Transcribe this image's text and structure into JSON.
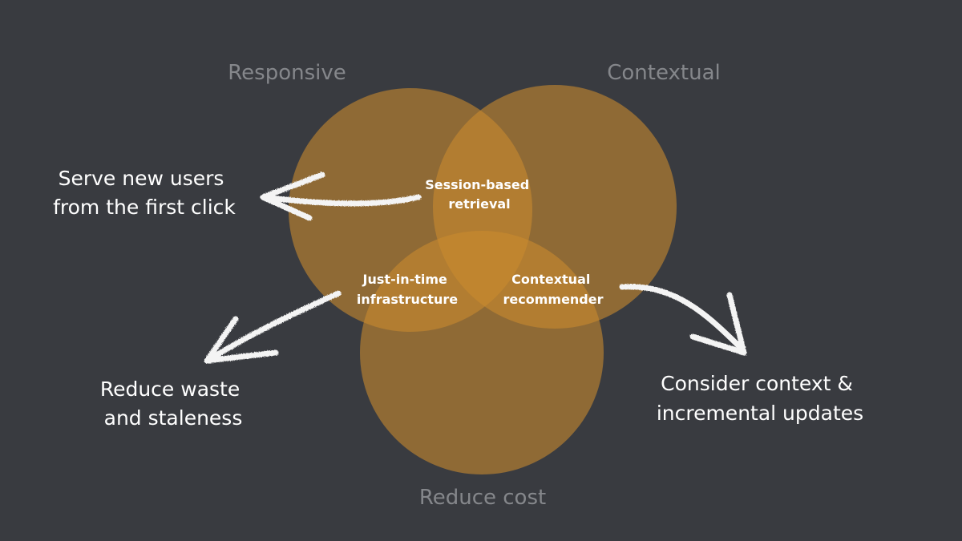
{
  "colors": {
    "background": "#393b40",
    "circle_fill": "#c98a2e",
    "circle_label": "#85878b",
    "text": "#ffffff",
    "arrow": "#f4f4f4"
  },
  "circles": {
    "responsive": "Responsive",
    "contextual": "Contextual",
    "reduce_cost": "Reduce cost"
  },
  "overlaps": {
    "session_based": [
      "Session-based",
      "retrieval"
    ],
    "just_in_time": [
      "Just-in-time",
      "infrastructure"
    ],
    "contextual_recommender": [
      "Contextual",
      "recommender"
    ]
  },
  "outcomes": {
    "serve_new_users": [
      "Serve new users",
      "from the first click"
    ],
    "reduce_waste": [
      "Reduce waste",
      "and staleness"
    ],
    "consider_context": [
      "Consider context &",
      "incremental updates"
    ]
  }
}
